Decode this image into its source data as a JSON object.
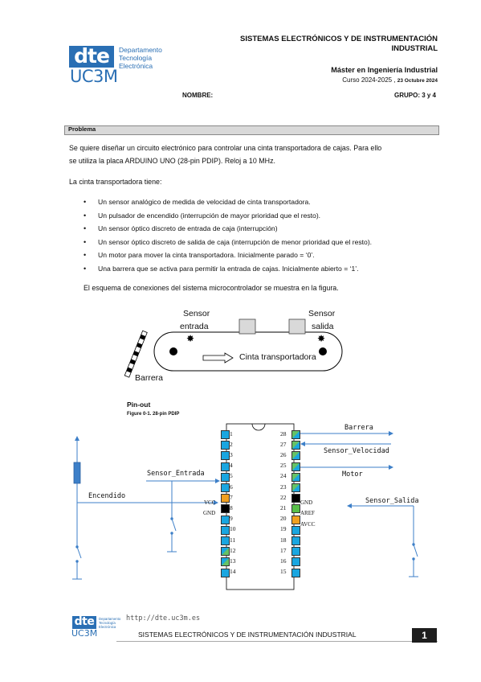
{
  "header": {
    "logo_abbr": "dte",
    "logo_uni": "UC3M",
    "logo_lines": [
      "Departamento",
      "Tecnología",
      "Electrónica"
    ],
    "title_line1": "SISTEMAS ELECTRÓNICOS Y DE INSTRUMENTACIÓN",
    "title_line2": "INDUSTRIAL",
    "master": "Máster en Ingeniería Industrial",
    "course": "Curso 2024-2025 , ",
    "date": "23 Octubre 2024",
    "name_label": "NOMBRE:",
    "group_label": "GRUPO: 3 y 4"
  },
  "problem": {
    "label": "Problema",
    "intro_line1": "Se quiere diseñar un circuito electrónico para controlar una cinta transportadora de cajas. Para ello",
    "intro_line2": "se utiliza la placa ARDUINO UNO (28-pin PDIP). Reloj a 10 MHz.",
    "belt_has": "La cinta transportadora tiene:",
    "bullets": [
      "Un sensor analógico de medida de velocidad de cinta transportadora.",
      "Un pulsador de encendido (interrupción de mayor prioridad que el resto).",
      "Un sensor óptico discreto de entrada de caja  (interrupción)",
      "Un sensor óptico discreto de salida de caja (interrupción de menor prioridad que el resto).",
      "Un motor para mover la cinta transportadora. Inicialmente parado = ‘0’.",
      "Una barrera que se activa para permitir la entrada de cajas. Inicialmente abierto = ‘1’."
    ],
    "schema_text": "El esquema de conexiones del sistema microcontrolador se muestra en la figura."
  },
  "belt_figure": {
    "sensor_in_line1": "Sensor",
    "sensor_in_line2": "entrada",
    "sensor_out_line1": "Sensor",
    "sensor_out_line2": "salida",
    "belt_label": "Cinta transportadora",
    "barrier_label": "Barrera"
  },
  "pinout": {
    "title": "Pin-out",
    "caption": "Figure 0-1.  28-pin PDIP",
    "left_pins": [
      "1",
      "2",
      "3",
      "4",
      "5",
      "6",
      "7",
      "8",
      "9",
      "10",
      "11",
      "12",
      "13",
      "14"
    ],
    "right_pins": [
      "28",
      "27",
      "26",
      "25",
      "24",
      "23",
      "22",
      "21",
      "20",
      "19",
      "18",
      "17",
      "16",
      "15"
    ],
    "vcc": "VCC",
    "gnd_left": "GND",
    "gnd_right": "GND",
    "aref": "AREF",
    "avcc": "AVCC",
    "signals": {
      "barrera": "Barrera",
      "sensor_velocidad": "Sensor_Velocidad",
      "motor": "Motor",
      "sensor_entrada": "Sensor_Entrada",
      "encendido": "Encendido",
      "sensor_salida": "Sensor_Salida"
    }
  },
  "footer": {
    "url": "http://dte.uc3m.es",
    "title": "SISTEMAS ELECTRÓNICOS Y DE INSTRUMENTACIÓN INDUSTRIAL",
    "page": "1"
  },
  "colors": {
    "brand": "#2a6fb4",
    "pin_blue": "#1aa6e0",
    "pin_green": "#59c04a",
    "pin_orange": "#f0a020",
    "wire_blue": "#3d7fc8",
    "problem_bar": "#d9d9d9"
  }
}
